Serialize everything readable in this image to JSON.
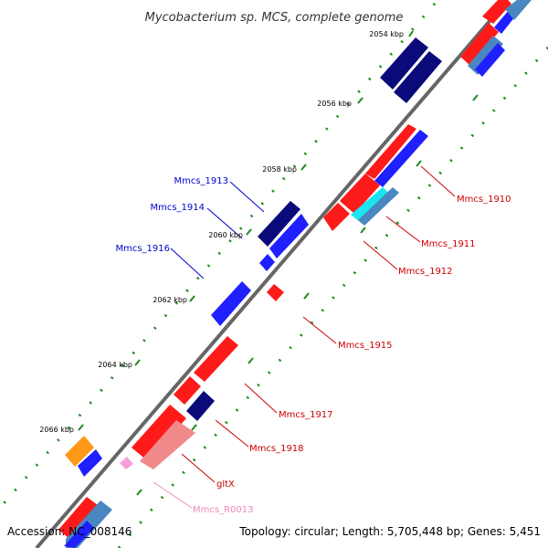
{
  "title": "Mycobacterium sp. MCS, complete genome",
  "footer": {
    "accession": "Accession: NC_008146",
    "topology": "Topology: circular; Length: 5,705,448 bp; Genes: 5,451"
  },
  "ticks": [
    "2054 kbp",
    "2056 kbp",
    "2058 kbp",
    "2060 kbp",
    "2062 kbp",
    "2064 kbp",
    "2066 kbp"
  ],
  "labels": {
    "left": [
      "Mmcs_1913",
      "Mmcs_1914",
      "Mmcs_1916"
    ],
    "right": [
      "Mmcs_1910",
      "Mmcs_1911",
      "Mmcs_1912",
      "Mmcs_1915",
      "Mmcs_1917",
      "Mmcs_1918",
      "gltX",
      "Mmcs_R0013"
    ]
  },
  "colors": {
    "forward_cds": "#1f1fff",
    "forward_dark": "#0a0a7a",
    "reverse_cds": "#ff1a1a",
    "reverse_light": "#f08a8a",
    "rna": "#f5a0d8",
    "cyan": "#19e6f0",
    "steel": "#4a86c0",
    "orange": "#ff9a18",
    "backbone": "#888888",
    "tick_mark": "#1a8a1a",
    "label_blue": "#0000cc",
    "label_red": "#cc0000",
    "label_pink": "#ee88bb"
  }
}
